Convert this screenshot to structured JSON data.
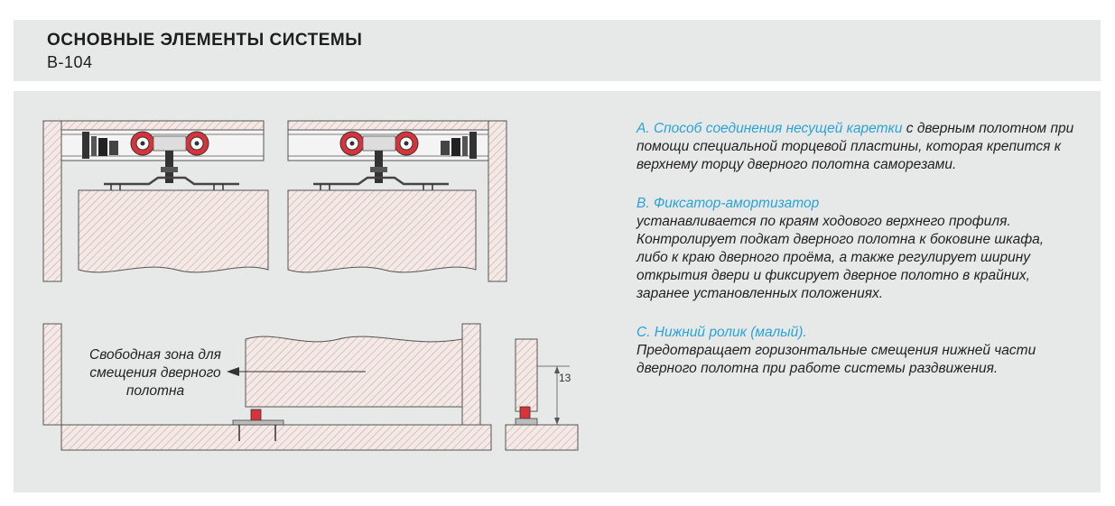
{
  "header": {
    "title": "ОСНОВНЫЕ ЭЛЕМЕНТЫ СИСТЕМЫ",
    "subtitle": "B-104"
  },
  "notes": [
    {
      "head": "A. Способ соединения несущей каретки",
      "head_tail": " с дверным полотном при помощи специальной торцевой пластины, которая крепится к верхнему торцу дверного полотна саморезами."
    },
    {
      "head": "B. Фиксатор-амортизатор",
      "body": "устанавливается по краям ходового верхнего профиля. Контролирует подкат дверного полотна к боковине шкафа, либо к краю дверного проёма, а также регулирует ширину открытия двери и фиксирует дверное полотно в крайних, заранее установленных положениях."
    },
    {
      "head": "C. Нижний ролик (малый).",
      "body": "Предотвращает горизонтальные смещения нижней части дверного полотна при работе системы раздвижения."
    }
  ],
  "diagram": {
    "zone_label": "Свободная зона для смещения дверного полотна",
    "dimension": "13"
  },
  "colors": {
    "accent": "#29a3d6",
    "panel": "#e7e8e8",
    "roller": "#d8333a",
    "hatch": "#d9b7b0"
  }
}
